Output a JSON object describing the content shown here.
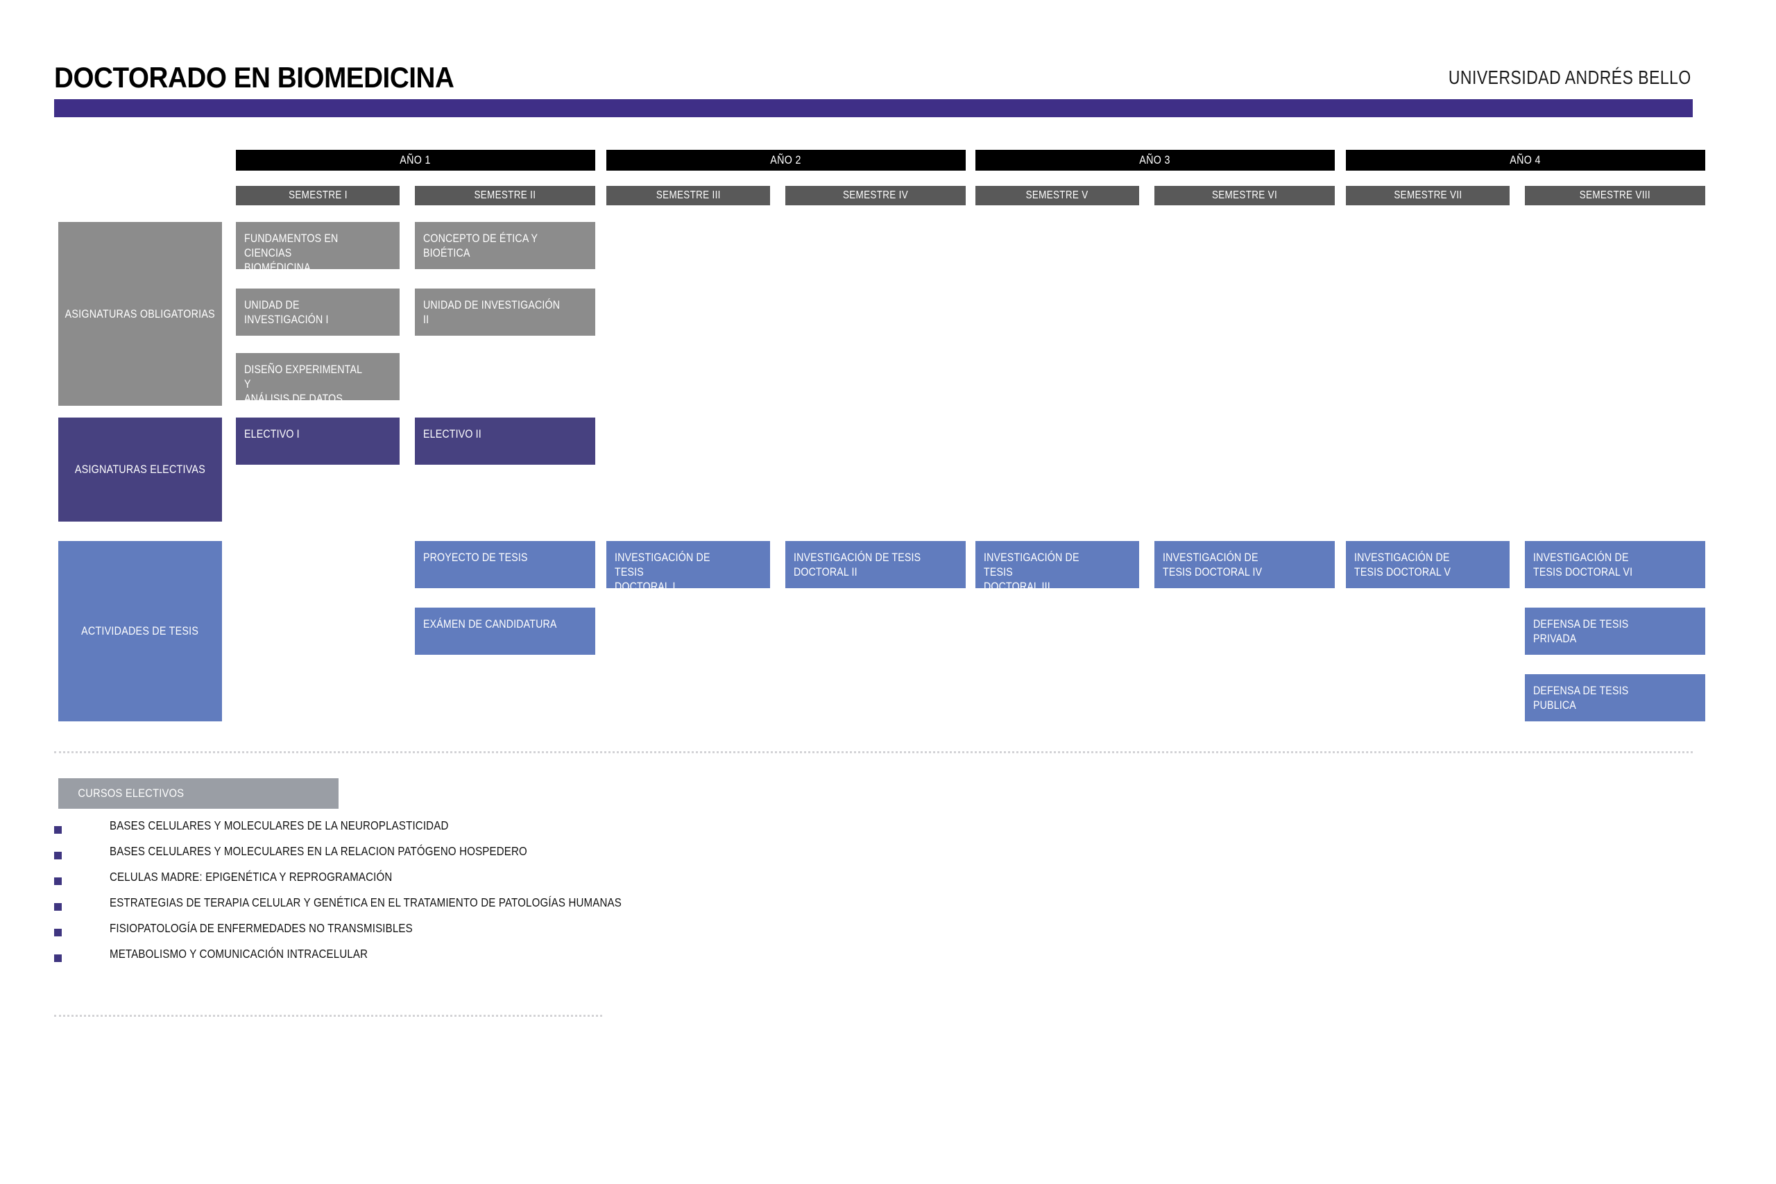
{
  "header": {
    "title": "DOCTORADO EN BIOMEDICINA",
    "university": "UNIVERSIDAD ANDRÉS BELLO",
    "accent_color": "#3f2f87"
  },
  "colors": {
    "obligatorias": "#8c8c8c",
    "electivas": "#474180",
    "tesis": "#617cbe",
    "year_bar": "#000000",
    "semester_bar": "#595959",
    "cursos_electivos_bar": "#9a9ea5",
    "bullet": "#3f3580"
  },
  "years": [
    {
      "label": "AÑO 1"
    },
    {
      "label": "AÑO 2"
    },
    {
      "label": "AÑO 3"
    },
    {
      "label": "AÑO 4"
    }
  ],
  "semesters": [
    {
      "label": "SEMESTRE I"
    },
    {
      "label": "SEMESTRE II"
    },
    {
      "label": "SEMESTRE III"
    },
    {
      "label": "SEMESTRE IV"
    },
    {
      "label": "SEMESTRE V"
    },
    {
      "label": "SEMESTRE VI"
    },
    {
      "label": "SEMESTRE VII"
    },
    {
      "label": "SEMESTRE VIII"
    }
  ],
  "rows": [
    {
      "label": "ASIGNATURAS OBLIGATORIAS",
      "courses": [
        {
          "line1": "FUNDAMENTOS EN CIENCIAS",
          "line2": "BIOMÉDICINA"
        },
        {
          "line1": "CONCEPTO DE ÉTICA Y BIOÉTICA",
          "line2": ""
        },
        {
          "line1": "UNIDAD DE INVESTIGACIÓN I",
          "line2": ""
        },
        {
          "line1": "UNIDAD DE INVESTIGACIÓN II",
          "line2": ""
        },
        {
          "line1": "DISEÑO EXPERIMENTAL Y",
          "line2": "ANÁLISIS DE DATOS"
        }
      ]
    },
    {
      "label": "ASIGNATURAS ELECTIVAS",
      "courses": [
        {
          "line1": "ELECTIVO I",
          "line2": ""
        },
        {
          "line1": "ELECTIVO II",
          "line2": ""
        }
      ]
    },
    {
      "label": "ACTIVIDADES DE TESIS",
      "courses": [
        {
          "line1": "PROYECTO DE TESIS",
          "line2": ""
        },
        {
          "line1": "EXÁMEN DE CANDIDATURA",
          "line2": ""
        },
        {
          "line1": "INVESTIGACIÓN DE TESIS",
          "line2": "DOCTORAL I"
        },
        {
          "line1": "INVESTIGACIÓN DE TESIS",
          "line2": "DOCTORAL II"
        },
        {
          "line1": "INVESTIGACIÓN DE TESIS",
          "line2": "DOCTORAL III"
        },
        {
          "line1": "INVESTIGACIÓN DE",
          "line2": "TESIS DOCTORAL IV"
        },
        {
          "line1": "INVESTIGACIÓN DE",
          "line2": "TESIS DOCTORAL V"
        },
        {
          "line1": "INVESTIGACIÓN DE",
          "line2": "TESIS DOCTORAL VI"
        },
        {
          "line1": "DEFENSA DE TESIS PRIVADA",
          "line2": ""
        },
        {
          "line1": "DEFENSA DE TESIS PUBLICA",
          "line2": ""
        }
      ]
    }
  ],
  "cursos_electivos": {
    "heading": "CURSOS ELECTIVOS",
    "items": [
      "BASES CELULARES Y MOLECULARES DE LA NEUROPLASTICIDAD",
      "BASES CELULARES Y MOLECULARES EN LA RELACION PATÓGENO HOSPEDERO",
      "CELULAS MADRE: EPIGENÉTICA Y REPROGRAMACIÓN",
      "ESTRATEGIAS DE TERAPIA CELULAR Y GENÉTICA EN EL TRATAMIENTO DE PATOLOGÍAS HUMANAS",
      "FISIOPATOLOGÍA DE ENFERMEDADES NO TRANSMISIBLES",
      "METABOLISMO Y COMUNICACIÓN INTRACELULAR"
    ]
  }
}
